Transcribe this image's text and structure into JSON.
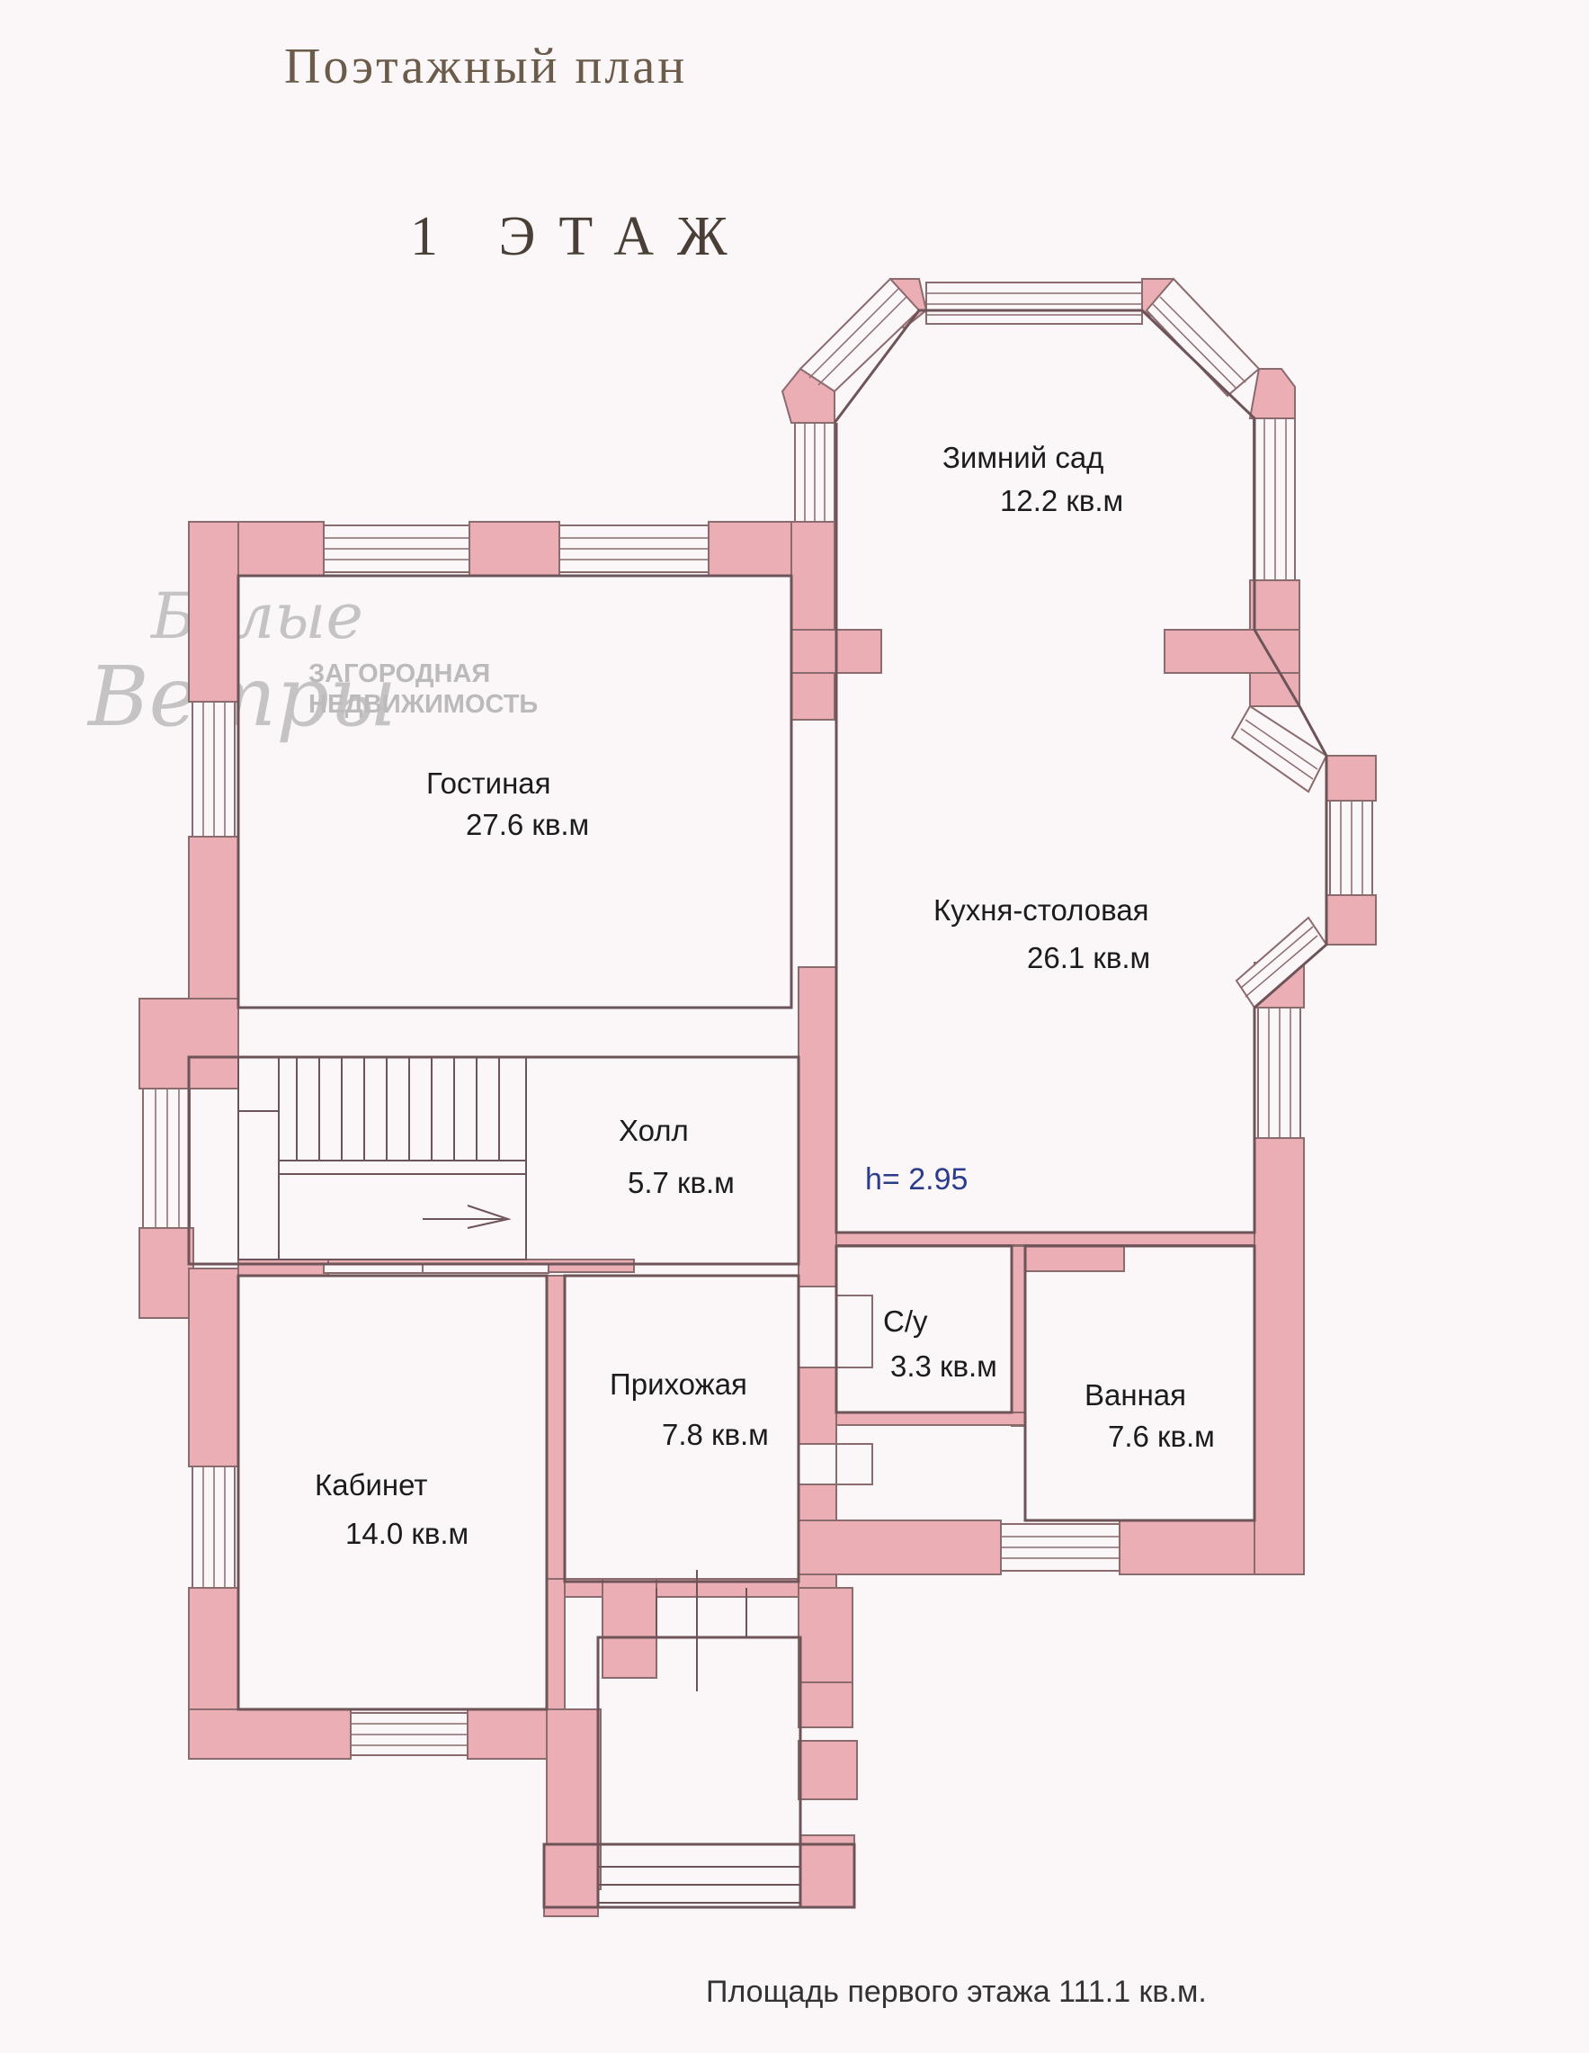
{
  "header": {
    "title": "Поэтажный  план",
    "floor": "1  ЭТАЖ"
  },
  "logo": {
    "line1": "Белые",
    "line2": "Ветры",
    "sub1": "ЗАГОРОДНАЯ",
    "sub2": "НЕДВИЖИМОСТЬ"
  },
  "rooms": {
    "winter_garden": {
      "name": "Зимний сад",
      "area": "12.2 кв.м"
    },
    "living": {
      "name": "Гостиная",
      "area": "27.6 кв.м"
    },
    "kitchen": {
      "name": "Кухня-столовая",
      "area": "26.1 кв.м"
    },
    "hall": {
      "name": "Холл",
      "area": "5.7 кв.м"
    },
    "wc": {
      "name": "С/у",
      "area": "3.3 кв.м"
    },
    "entry": {
      "name": "Прихожая",
      "area": "7.8 кв.м"
    },
    "bath": {
      "name": "Ванная",
      "area": "7.6 кв.м"
    },
    "study": {
      "name": "Кабинет",
      "area": "14.0 кв.м"
    }
  },
  "ceiling_height": "h= 2.95",
  "footer": {
    "total_area": "Площадь первого этажа 111.1 кв.м."
  },
  "colors": {
    "wall": "#ecaeb5",
    "outline": "#8a6b6e",
    "background": "#fbf6f7"
  }
}
